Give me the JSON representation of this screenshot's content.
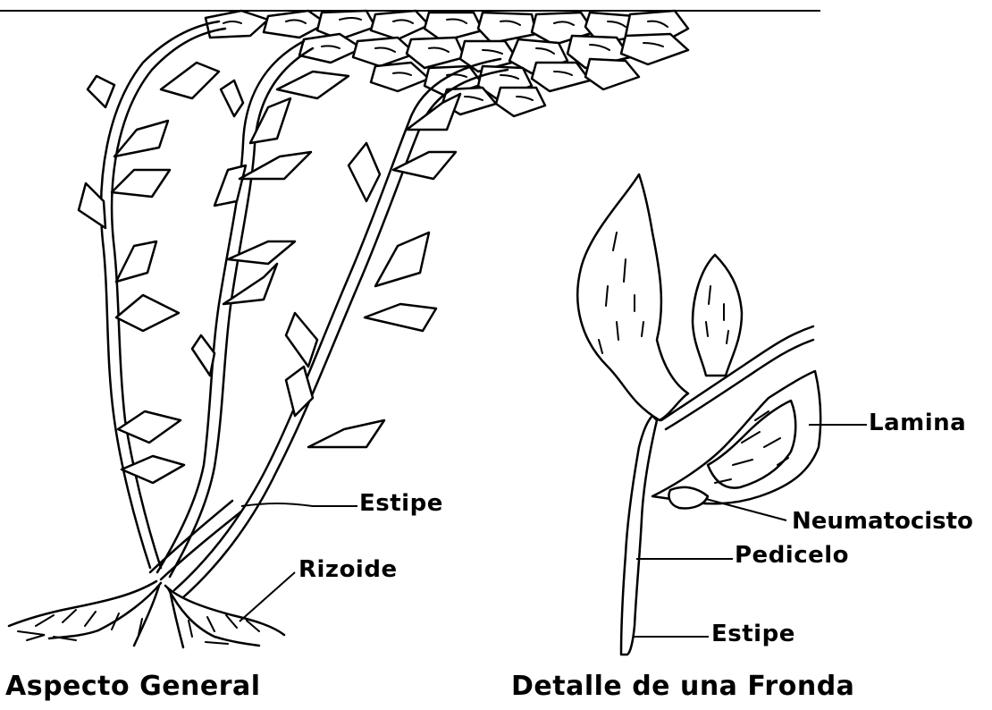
{
  "figure": {
    "left_panel": {
      "caption": "Aspecto General",
      "labels": {
        "stipe": "Estipe",
        "holdfast": "Rizoide"
      }
    },
    "right_panel": {
      "caption": "Detalle de una Fronda",
      "labels": {
        "blade": "Lamina",
        "air_bladder": "Neumatocisto",
        "pedicel": "Pedicelo",
        "stipe": "Estipe"
      }
    }
  }
}
